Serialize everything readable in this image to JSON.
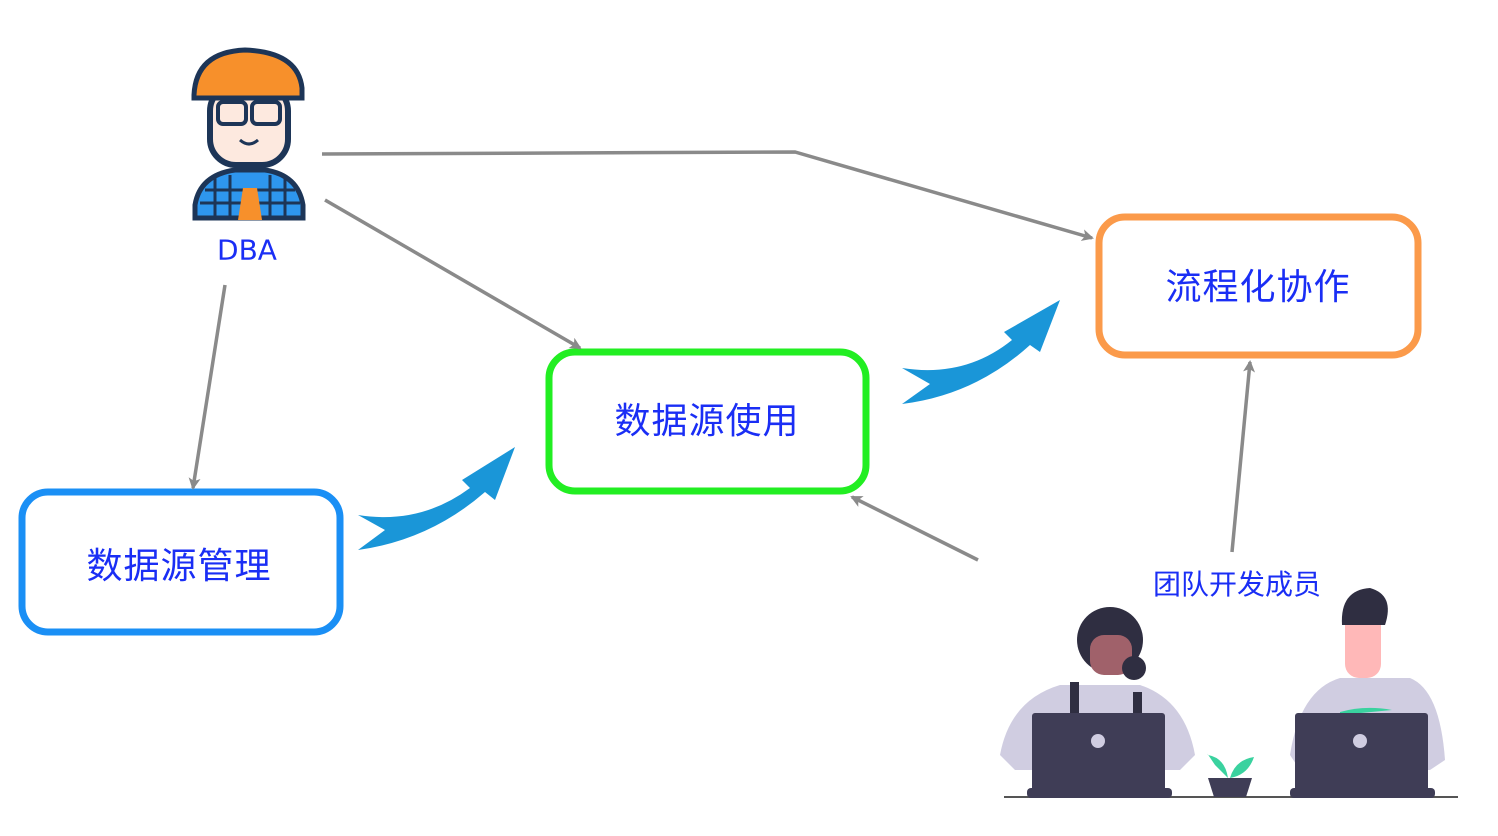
{
  "nodes": {
    "dba": {
      "label": "DBA"
    },
    "datasource_management": {
      "label": "数据源管理",
      "border_color": "#1a8ff5"
    },
    "datasource_usage": {
      "label": "数据源使用",
      "border_color": "#22ee22"
    },
    "workflow_collaboration": {
      "label": "流程化协作",
      "border_color": "#fb9a4a"
    },
    "team_members": {
      "label": "团队开发成员"
    }
  },
  "colors": {
    "text": "#1a2ef5",
    "connector": "#8a8a8a",
    "flow_arrow": "#1a96d8"
  }
}
